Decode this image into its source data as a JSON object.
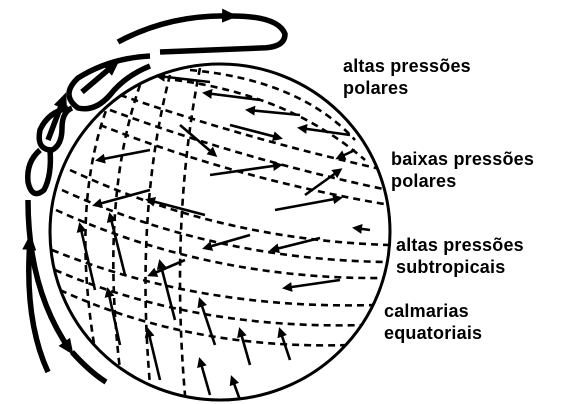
{
  "labels": {
    "altas_polares": {
      "line1": "altas pressões",
      "line2": "polares"
    },
    "baixas_polares": {
      "line1": "baixas pressões",
      "line2": "polares"
    },
    "altas_subtropicais": {
      "line1": "altas pressões",
      "line2": "subtropicais"
    },
    "calmarias": {
      "line1": "calmarias",
      "line2": "equatoriais"
    }
  },
  "colors": {
    "ink": "#000000",
    "background": "#ffffff"
  }
}
